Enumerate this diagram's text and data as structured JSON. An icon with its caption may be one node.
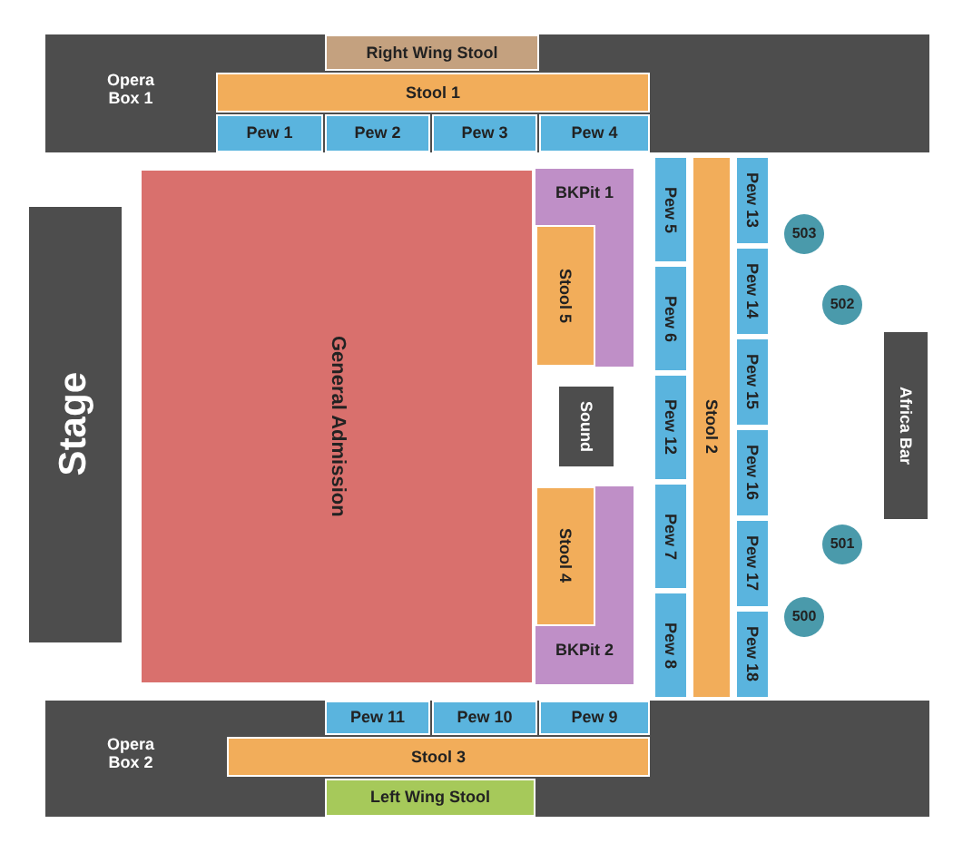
{
  "diagram": {
    "nodes": [
      {
        "text": [
          "Opera Box 1"
        ]
      },
      {
        "text": [
          "Right Wing Stool"
        ],
        "in": 0
      },
      {
        "text": [
          "Stool 1"
        ],
        "in": 0
      },
      {
        "text": [
          "Pew 1"
        ],
        "in": 0
      },
      {
        "text": [
          "Pew 2"
        ],
        "in": 0
      },
      {
        "text": [
          "Pew 3"
        ],
        "in": 0
      },
      {
        "text": [
          "Pew 4"
        ],
        "in": 0
      },
      {
        "text": [
          "Stage"
        ]
      },
      {
        "text": [
          "General Admission"
        ]
      },
      {
        "text": [
          "BKPit 1"
        ]
      },
      {
        "text": [
          "Stool 5"
        ],
        "in": 9
      },
      {
        "text": [
          "Sound"
        ]
      },
      {
        "text": [
          "BKPit 2"
        ]
      },
      {
        "text": [
          "Stool 4"
        ],
        "in": 12
      },
      {
        "text": [
          "Pew 5"
        ]
      },
      {
        "text": [
          "Pew 6"
        ]
      },
      {
        "text": [
          "Pew 12"
        ]
      },
      {
        "text": [
          "Pew 7"
        ]
      },
      {
        "text": [
          "Pew 8"
        ]
      },
      {
        "text": [
          "Stool 2"
        ]
      },
      {
        "text": [
          "Pew 13"
        ]
      },
      {
        "text": [
          "Pew 14"
        ]
      },
      {
        "text": [
          "Pew 15"
        ]
      },
      {
        "text": [
          "Pew 16"
        ]
      },
      {
        "text": [
          "Pew 17"
        ]
      },
      {
        "text": [
          "Pew 18"
        ]
      },
      {
        "text": [
          "503"
        ]
      },
      {
        "text": [
          "502"
        ]
      },
      {
        "text": [
          "Africa Bar"
        ]
      },
      {
        "text": [
          "501"
        ]
      },
      {
        "text": [
          "500"
        ]
      },
      {
        "text": [
          "Opera Box 2"
        ]
      },
      {
        "text": [
          "Pew 11"
        ],
        "in": 31
      },
      {
        "text": [
          "Pew 10"
        ],
        "in": 31
      },
      {
        "text": [
          "Pew 9"
        ],
        "in": 31
      },
      {
        "text": [
          "Stool 3"
        ],
        "in": 31
      },
      {
        "text": [
          "Left Wing Stool"
        ],
        "in": 31
      }
    ]
  }
}
